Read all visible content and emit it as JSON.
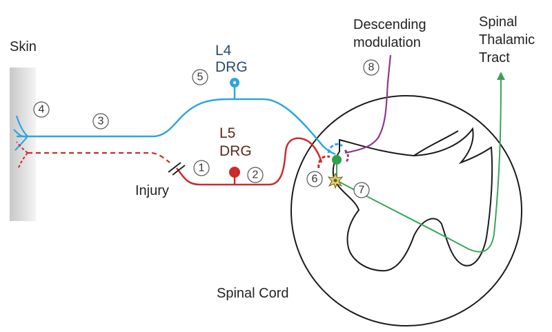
{
  "labels": {
    "skin": "Skin",
    "l4": [
      "L4",
      "DRG"
    ],
    "l5": [
      "L5",
      "DRG"
    ],
    "injury": "Injury",
    "descending": [
      "Descending",
      "modulation"
    ],
    "tract": [
      "Spinal",
      "Thalamic",
      "Tract"
    ],
    "spinal_cord": "Spinal Cord"
  },
  "markers": [
    "1",
    "2",
    "3",
    "4",
    "5",
    "6",
    "7",
    "8"
  ],
  "colors": {
    "l4_fiber": "#2aa6e0",
    "l5_fiber": "#cc2a2a",
    "descending": "#8b3a8b",
    "tract": "#3aa35a",
    "cord_outline": "#1a1a1a",
    "l4_label": "#2b4a6a",
    "l5_label": "#5a2a1a",
    "descending_label": "#6a3a6a",
    "tract_label": "#2a7a4a"
  }
}
